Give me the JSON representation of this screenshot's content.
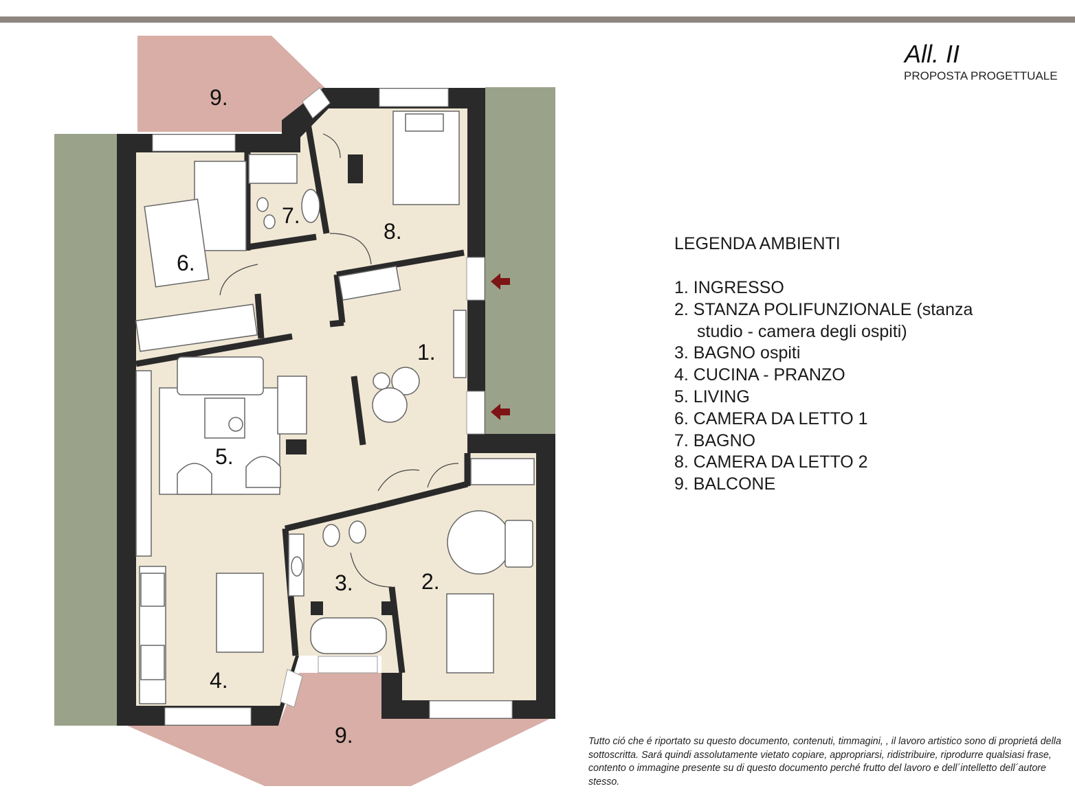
{
  "header": {
    "title": "All. II",
    "subtitle": "PROPOSTA PROGETTUALE"
  },
  "legend": {
    "title": "LEGENDA AMBIENTI",
    "items": [
      {
        "text": "1. INGRESSO"
      },
      {
        "text": "2. STANZA POLIFUNZIONALE (stanza",
        "cont": "studio - camera degli ospiti)"
      },
      {
        "text": "3. BAGNO ospiti"
      },
      {
        "text": "4. CUCINA - PRANZO"
      },
      {
        "text": "5. LIVING"
      },
      {
        "text": "6. CAMERA DA LETTO 1"
      },
      {
        "text": "7. BAGNO"
      },
      {
        "text": "8. CAMERA DA LETTO 2"
      },
      {
        "text": "9. BALCONE"
      }
    ]
  },
  "plan": {
    "labels": {
      "r1": "1.",
      "r2": "2.",
      "r3": "3.",
      "r4": "4.",
      "r5": "5.",
      "r6": "6.",
      "r7": "7.",
      "r8": "8.",
      "r9a": "9.",
      "r9b": "9."
    },
    "colors": {
      "wall": "#2b2a2a",
      "floor": "#f0e8d5",
      "garden": "#9aa38a",
      "balcony": "#d8aea7",
      "arrow": "#7d1416",
      "bar": "#8f8680"
    }
  },
  "disclaimer": "Tutto ció che é riportato su questo documento, contenuti, timmagini, , il lavoro artistico sono di proprietá della sottoscritta. Sará quindi assolutamente vietato copiare, appropriarsi, ridistribuire, riprodurre qualsiasi frase, contento o immagine presente su di questo documento perché frutto del lavoro e dell´intelletto dell´autore stesso."
}
